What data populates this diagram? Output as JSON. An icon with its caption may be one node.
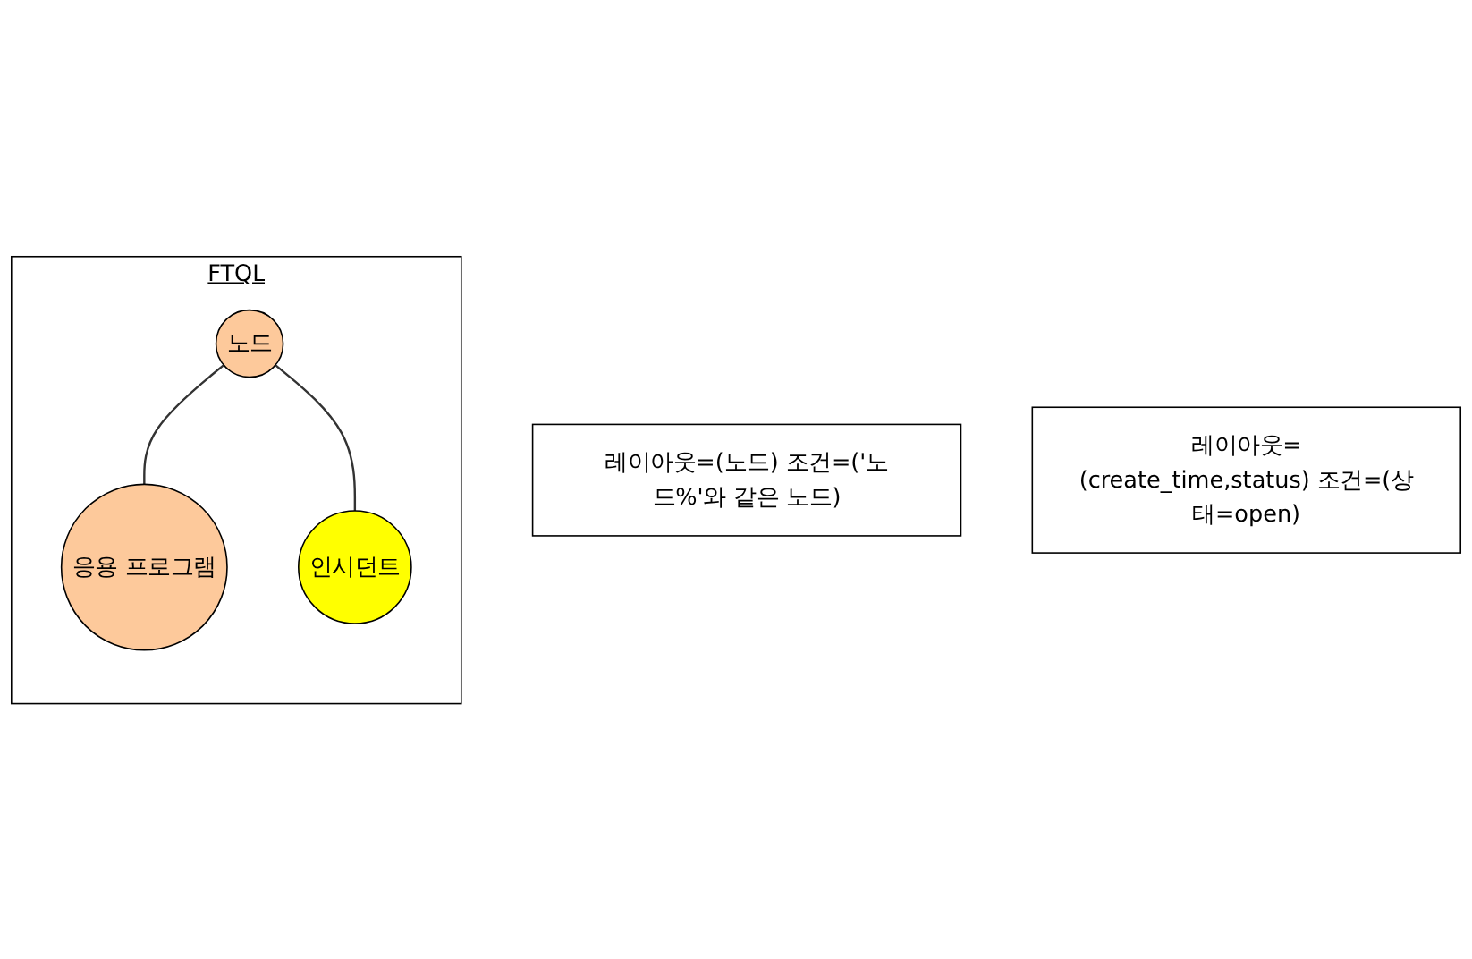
{
  "diagram": {
    "nodes": [
      {
        "text": [
          "FTQL"
        ]
      },
      {
        "text": [
          "노드"
        ],
        "in": 0
      },
      {
        "text": [
          "레이아웃=(노드) 조건=('노드%'와 같은 노드)"
        ]
      },
      {
        "text": [
          "응용 프로그램"
        ],
        "in": 0
      },
      {
        "text": [
          "인시던트"
        ],
        "in": 0
      },
      {
        "text": [
          "레이아웃=(create_time,status) 조건=(상태=open)"
        ]
      }
    ],
    "edges": [
      {
        "from": 1,
        "to": 3,
        "arrow": "none"
      },
      {
        "from": 1,
        "to": 4,
        "arrow": "none"
      }
    ]
  }
}
